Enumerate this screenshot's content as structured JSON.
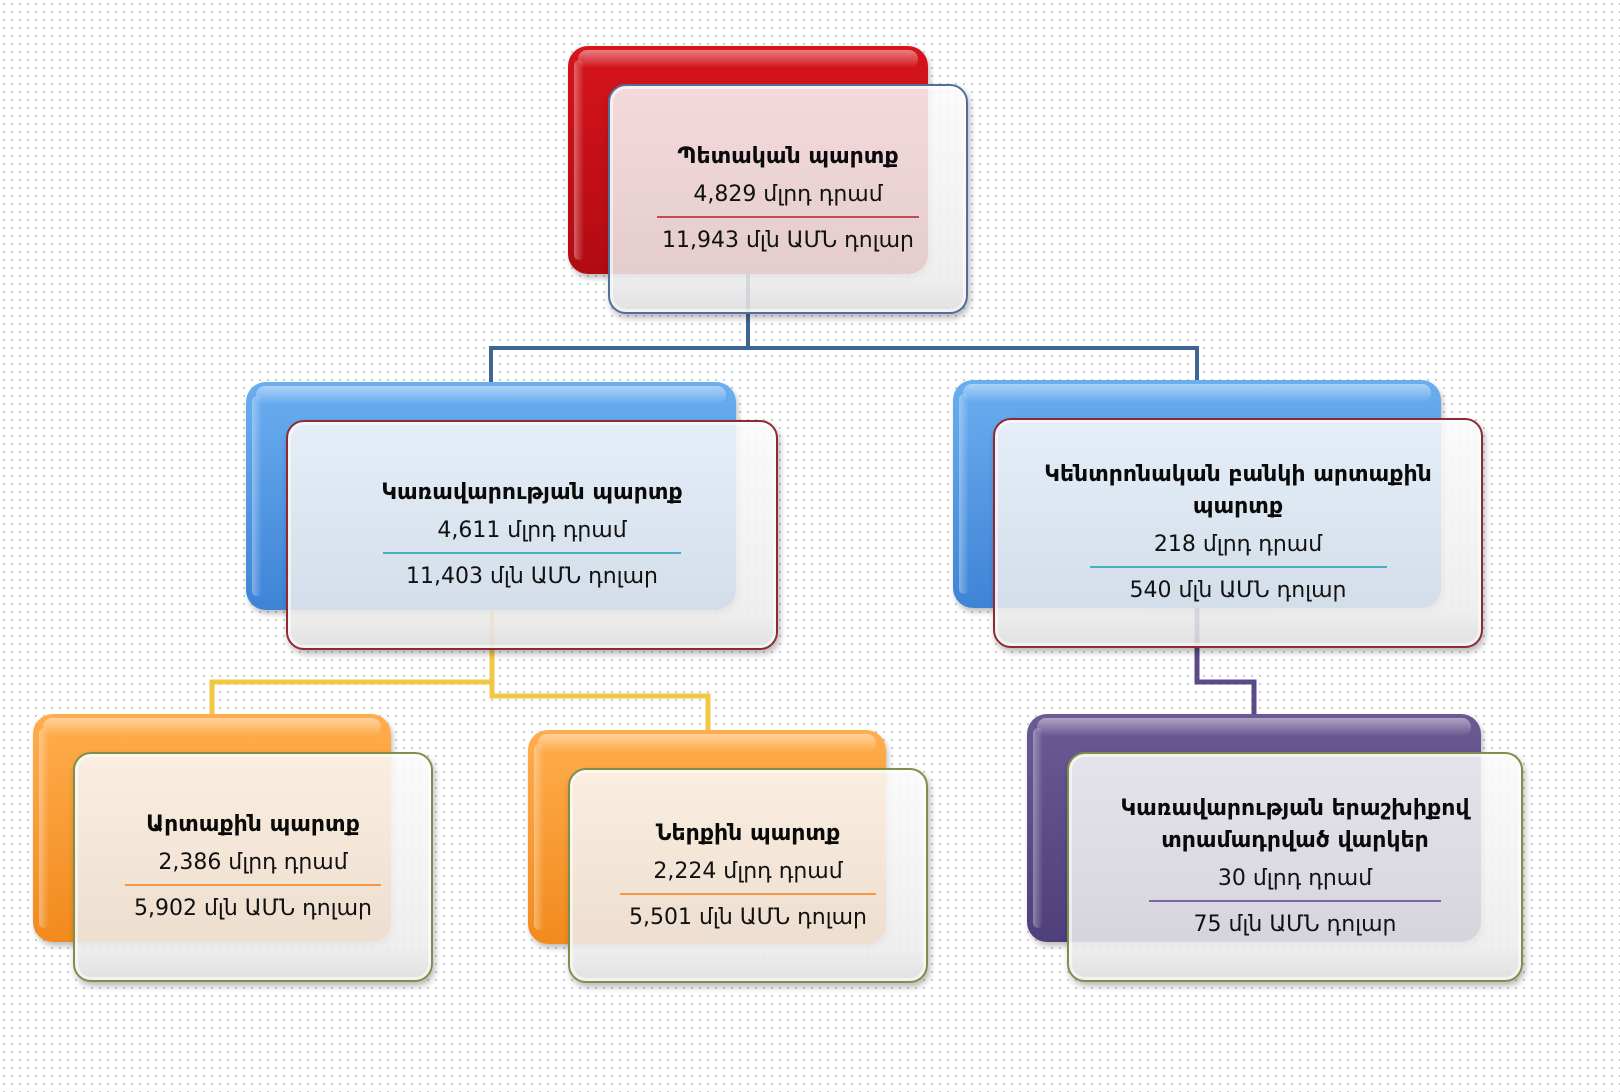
{
  "nodes": {
    "root": {
      "title": "Պետական պարտք",
      "amount_amd": "4,829 մլրդ դրամ",
      "amount_usd": "11,943 մլն ԱՄՆ դոլար",
      "color": "#c8101a"
    },
    "government": {
      "title": "Կառավարության պարտք",
      "amount_amd": "4,611 մլրդ դրամ",
      "amount_usd": "11,403 մլն ԱՄՆ դոլար",
      "color": "#4a90e2"
    },
    "central_bank": {
      "title": "Կենտրոնական բանկի արտաքին պարտք",
      "amount_amd": "218 մլրդ դրամ",
      "amount_usd": "540 մլն ԱՄՆ դոլար",
      "color": "#4a90e2"
    },
    "external": {
      "title": "Արտաքին պարտք",
      "amount_amd": "2,386 մլրդ դրամ",
      "amount_usd": "5,902 մլն ԱՄՆ դոլար",
      "color": "#f7941d"
    },
    "internal": {
      "title": "Ներքին պարտք",
      "amount_amd": "2,224 մլրդ դրամ",
      "amount_usd": "5,501 մլն ԱՄՆ դոլար",
      "color": "#f7941d"
    },
    "guaranteed": {
      "title": "Կառավարության երաշխիքով տրամադրված վարկեր",
      "amount_amd": "30 մլրդ դրամ",
      "amount_usd": "75 մլն ԱՄՆ դոլար",
      "color": "#5c4a87"
    }
  },
  "colors": {
    "connector_top": "#3d6697",
    "connector_gov": "#f2c744",
    "connector_cb": "#5c4a87",
    "sep_root": "#c0504d",
    "sep_blue": "#4bacc6",
    "sep_orange": "#f79646",
    "sep_purple": "#8064a2"
  }
}
